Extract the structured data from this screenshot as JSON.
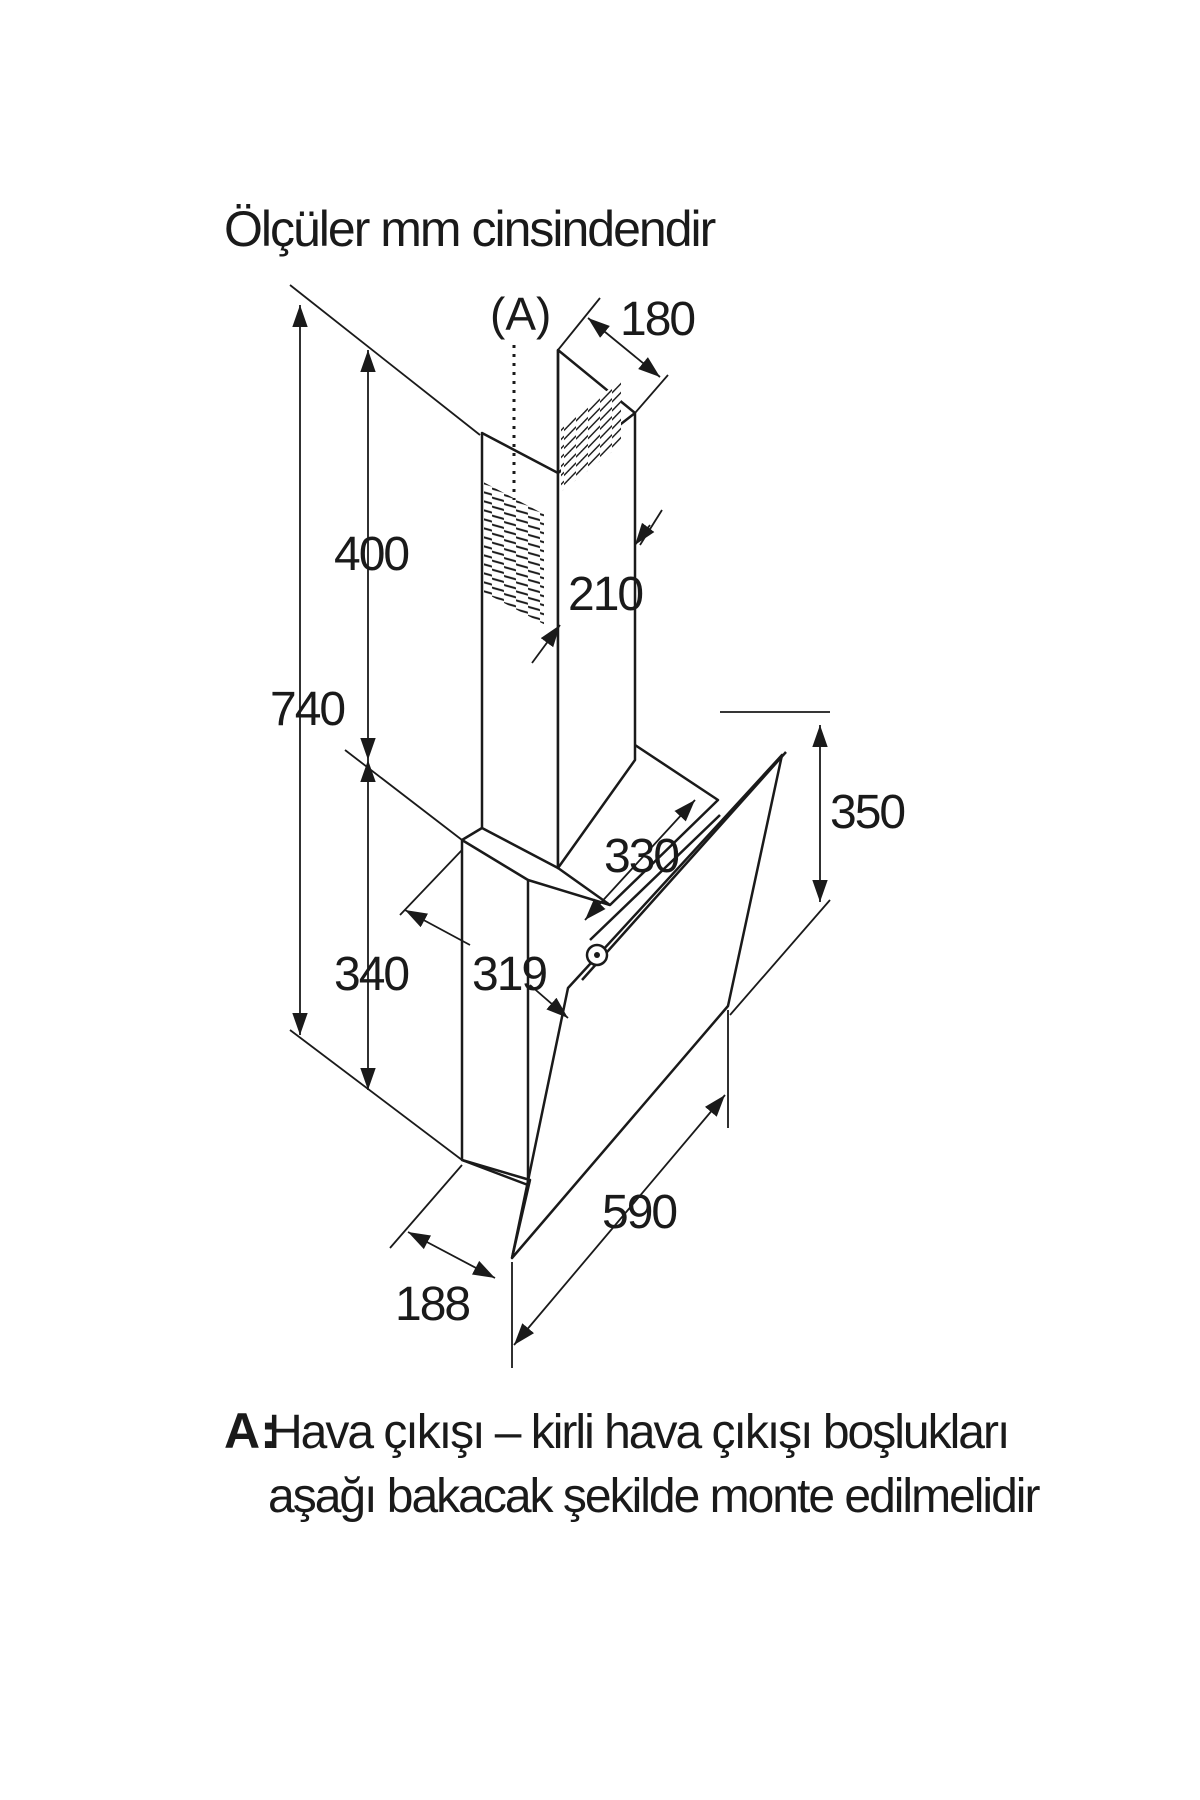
{
  "heading": "Ölçüler mm cinsindendir",
  "marker_label": "(A)",
  "dimensions": {
    "chimney_width": "180",
    "chimney_height": "400",
    "chimney_depth": "210",
    "total_height": "740",
    "body_height": "340",
    "body_depth": "330",
    "canopy_height": "350",
    "body_width": "319",
    "glass_width": "590",
    "bottom_depth": "188"
  },
  "note": {
    "key": "A:",
    "line1": "Hava çıkışı – kirli hava çıkışı boşlukları",
    "line2": "aşağı bakacak şekilde monte edilmelidir"
  }
}
